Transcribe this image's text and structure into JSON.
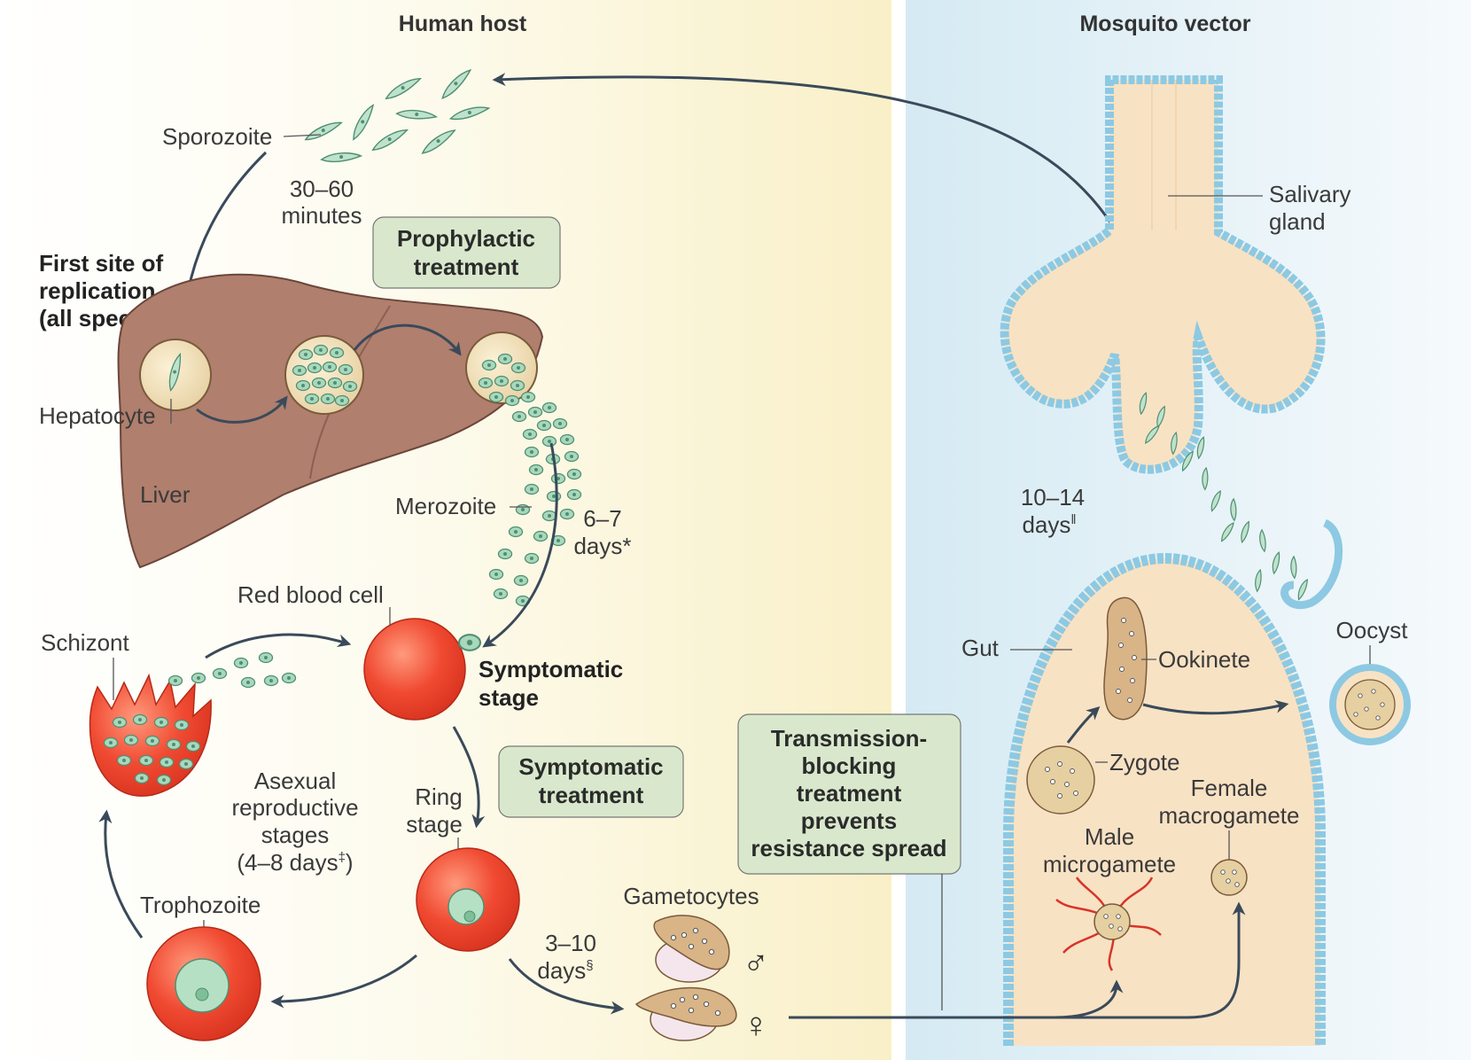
{
  "headers": {
    "human": "Human host",
    "mosquito": "Mosquito vector"
  },
  "labels": {
    "sporozoite": "Sporozoite",
    "time_30_60_a": "30–60",
    "time_30_60_b": "minutes",
    "first_site_1": "First site of",
    "first_site_2": "replication",
    "first_site_3": "(all species)",
    "hepatocyte": "Hepatocyte",
    "liver": "Liver",
    "merozoite": "Merozoite",
    "days_6_7_a": "6–7",
    "days_6_7_b": "days*",
    "red_blood_cell": "Red blood cell",
    "schizont": "Schizont",
    "symptomatic_stage_1": "Symptomatic",
    "symptomatic_stage_2": "stage",
    "asexual_1": "Asexual",
    "asexual_2": "reproductive",
    "asexual_3": "stages",
    "asexual_4": "(4–8 days",
    "asexual_4_sup": "‡",
    "asexual_4_end": ")",
    "ring_1": "Ring",
    "ring_2": "stage",
    "trophozoite": "Trophozoite",
    "gametocytes": "Gametocytes",
    "days_3_10_a": "3–10",
    "days_3_10_b": "days",
    "days_3_10_sup": "§",
    "male_symbol": "♂",
    "female_symbol": "♀",
    "salivary_1": "Salivary",
    "salivary_2": "gland",
    "days_10_14_a": "10–14",
    "days_10_14_b": "days",
    "days_10_14_sup": "‖",
    "gut": "Gut",
    "ookinete": "Ookinete",
    "oocyst": "Oocyst",
    "zygote": "Zygote",
    "female_1": "Female",
    "female_2": "macrogamete",
    "male_1": "Male",
    "male_2": "microgamete"
  },
  "boxes": {
    "prophylactic": [
      "Prophylactic",
      "treatment"
    ],
    "symptomatic": [
      "Symptomatic",
      "treatment"
    ],
    "transmission": [
      "Transmission-",
      "blocking",
      "treatment",
      "prevents",
      "resistance spread"
    ]
  },
  "colors": {
    "human_bg": "#fbf6dc",
    "mosquito_bg": "#dcedf4",
    "liver": "#b07f6e",
    "rbc": "#e8402e",
    "parasite": "#9fd0b0",
    "box_fill": "#d9e8cc",
    "arrow": "#3a4a5a",
    "gland_wall": "#8dc9e2",
    "gland_fill": "#f8e2c4"
  }
}
